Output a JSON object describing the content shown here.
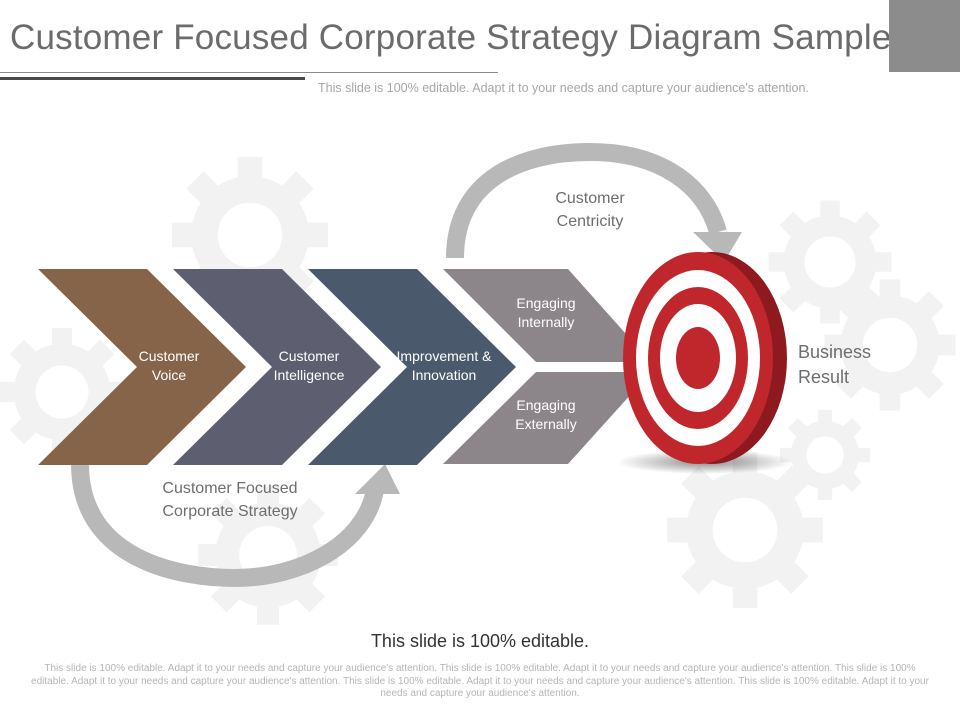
{
  "header": {
    "title": "Customer Focused Corporate Strategy Diagram Sample",
    "subtitle": "This slide is 100% editable. Adapt it to your needs and capture your audience's attention."
  },
  "diagram": {
    "chevrons": [
      {
        "label": "Customer\nVoice",
        "color": "#85644a"
      },
      {
        "label": "Customer\nIntelligence",
        "color": "#5d5f70"
      },
      {
        "label": "Improvement &\nInnovation",
        "color": "#4a5a6c"
      }
    ],
    "split_arrows": [
      {
        "label": "Engaging\nInternally",
        "color": "#8c8589"
      },
      {
        "label": "Engaging\nExternally",
        "color": "#8c8589"
      }
    ],
    "top_arrow_label": "Customer\nCentricity",
    "bottom_arrow_label": "Customer Focused\nCorporate Strategy",
    "target_label": "Business\nResult",
    "target_icon": "target-icon",
    "background_icon": "gear-icon",
    "colors": {
      "target_red": "#c0272d",
      "arrow_grey": "#b3b3b3",
      "gear_grey": "#f2f2f2"
    }
  },
  "footer": {
    "heading": "This slide is 100% editable.",
    "body": "This slide is 100% editable. Adapt it to your needs and capture your audience's attention. This slide is 100% editable. Adapt it to your needs and capture your audience's attention. This slide is 100% editable. Adapt it to your needs and capture your audience's attention. This slide is 100% editable. Adapt it to your needs and capture your audience's attention. This slide is 100% editable. Adapt it to your needs and capture your audience's attention."
  }
}
